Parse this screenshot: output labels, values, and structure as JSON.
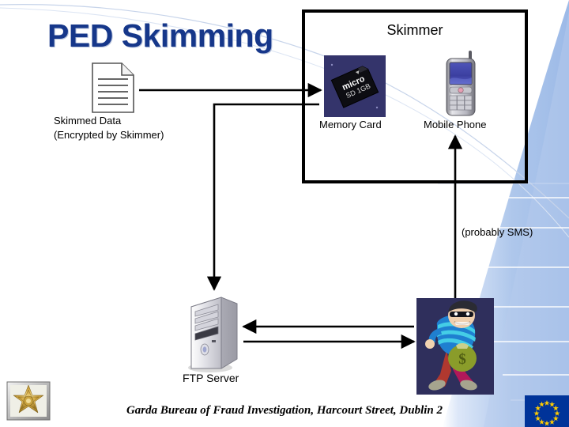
{
  "slide": {
    "title": "PED Skimming",
    "footer": "Garda Bureau of Fraud Investigation, Harcourt Street, Dublin 2",
    "background_color": "#ffffff",
    "title_color": "#16378a",
    "accent_blue": "#a8c0e8",
    "eu_blue": "#003399"
  },
  "skimmer_group": {
    "label": "Skimmer",
    "border_color": "#000000",
    "items": [
      {
        "id": "memory-card",
        "label": "Memory Card",
        "icon": "memory-card-icon"
      },
      {
        "id": "mobile-phone",
        "label": "Mobile Phone",
        "icon": "mobile-phone-icon"
      }
    ]
  },
  "nodes": [
    {
      "id": "skimmed-data",
      "icon": "document-icon",
      "label_line1": "Skimmed Data",
      "label_line2": "(Encrypted by Skimmer)"
    },
    {
      "id": "ftp-server",
      "icon": "server-tower-icon",
      "label": "FTP Server"
    },
    {
      "id": "criminal",
      "icon": "burglar-icon",
      "label": ""
    }
  ],
  "annotations": {
    "sms_note": "(probably SMS)"
  },
  "logos": [
    {
      "id": "garda-badge",
      "name": "garda-badge-icon"
    },
    {
      "id": "eu-flag",
      "name": "eu-flag-icon",
      "stars": 12
    }
  ]
}
